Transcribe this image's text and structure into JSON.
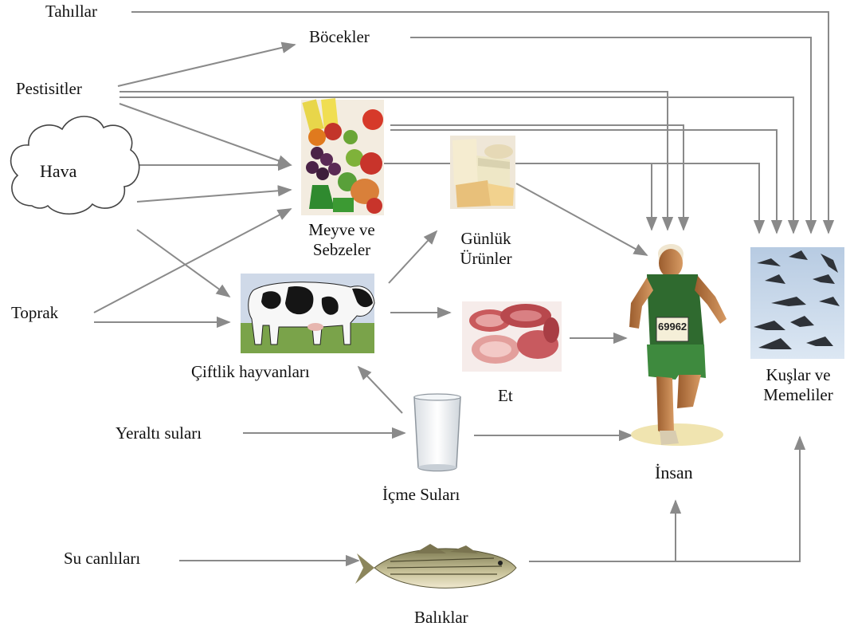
{
  "nodes": {
    "tahillar": "Tahıllar",
    "bocekler": "Böcekler",
    "pestisitler": "Pestisitler",
    "hava": "Hava",
    "meyve_sebze": [
      "Meyve ve",
      "Sebzeler"
    ],
    "gunluk_urunler": [
      "Günlük",
      "Ürünler"
    ],
    "toprak": "Toprak",
    "ciftlik_hayvanlari": "Çiftlik hayvanları",
    "et": "Et",
    "yeralti_sulari": "Yeraltı suları",
    "icme_sulari": "İçme Suları",
    "su_canlilari": "Su canlıları",
    "baliklar": "Balıklar",
    "insan": "İnsan",
    "kuslar_memeliler": [
      "Kuşlar ve",
      "Memeliler"
    ],
    "runner_bib": "69962"
  },
  "colors": {
    "arrow": "#8a8a8a",
    "text": "#111111"
  },
  "pictures": [
    "fruit-vegetable-picture",
    "dairy-picture",
    "cow-picture",
    "meat-picture",
    "water-glass-picture",
    "fish-picture",
    "runner-picture",
    "birds-picture",
    "cloud-shape"
  ]
}
